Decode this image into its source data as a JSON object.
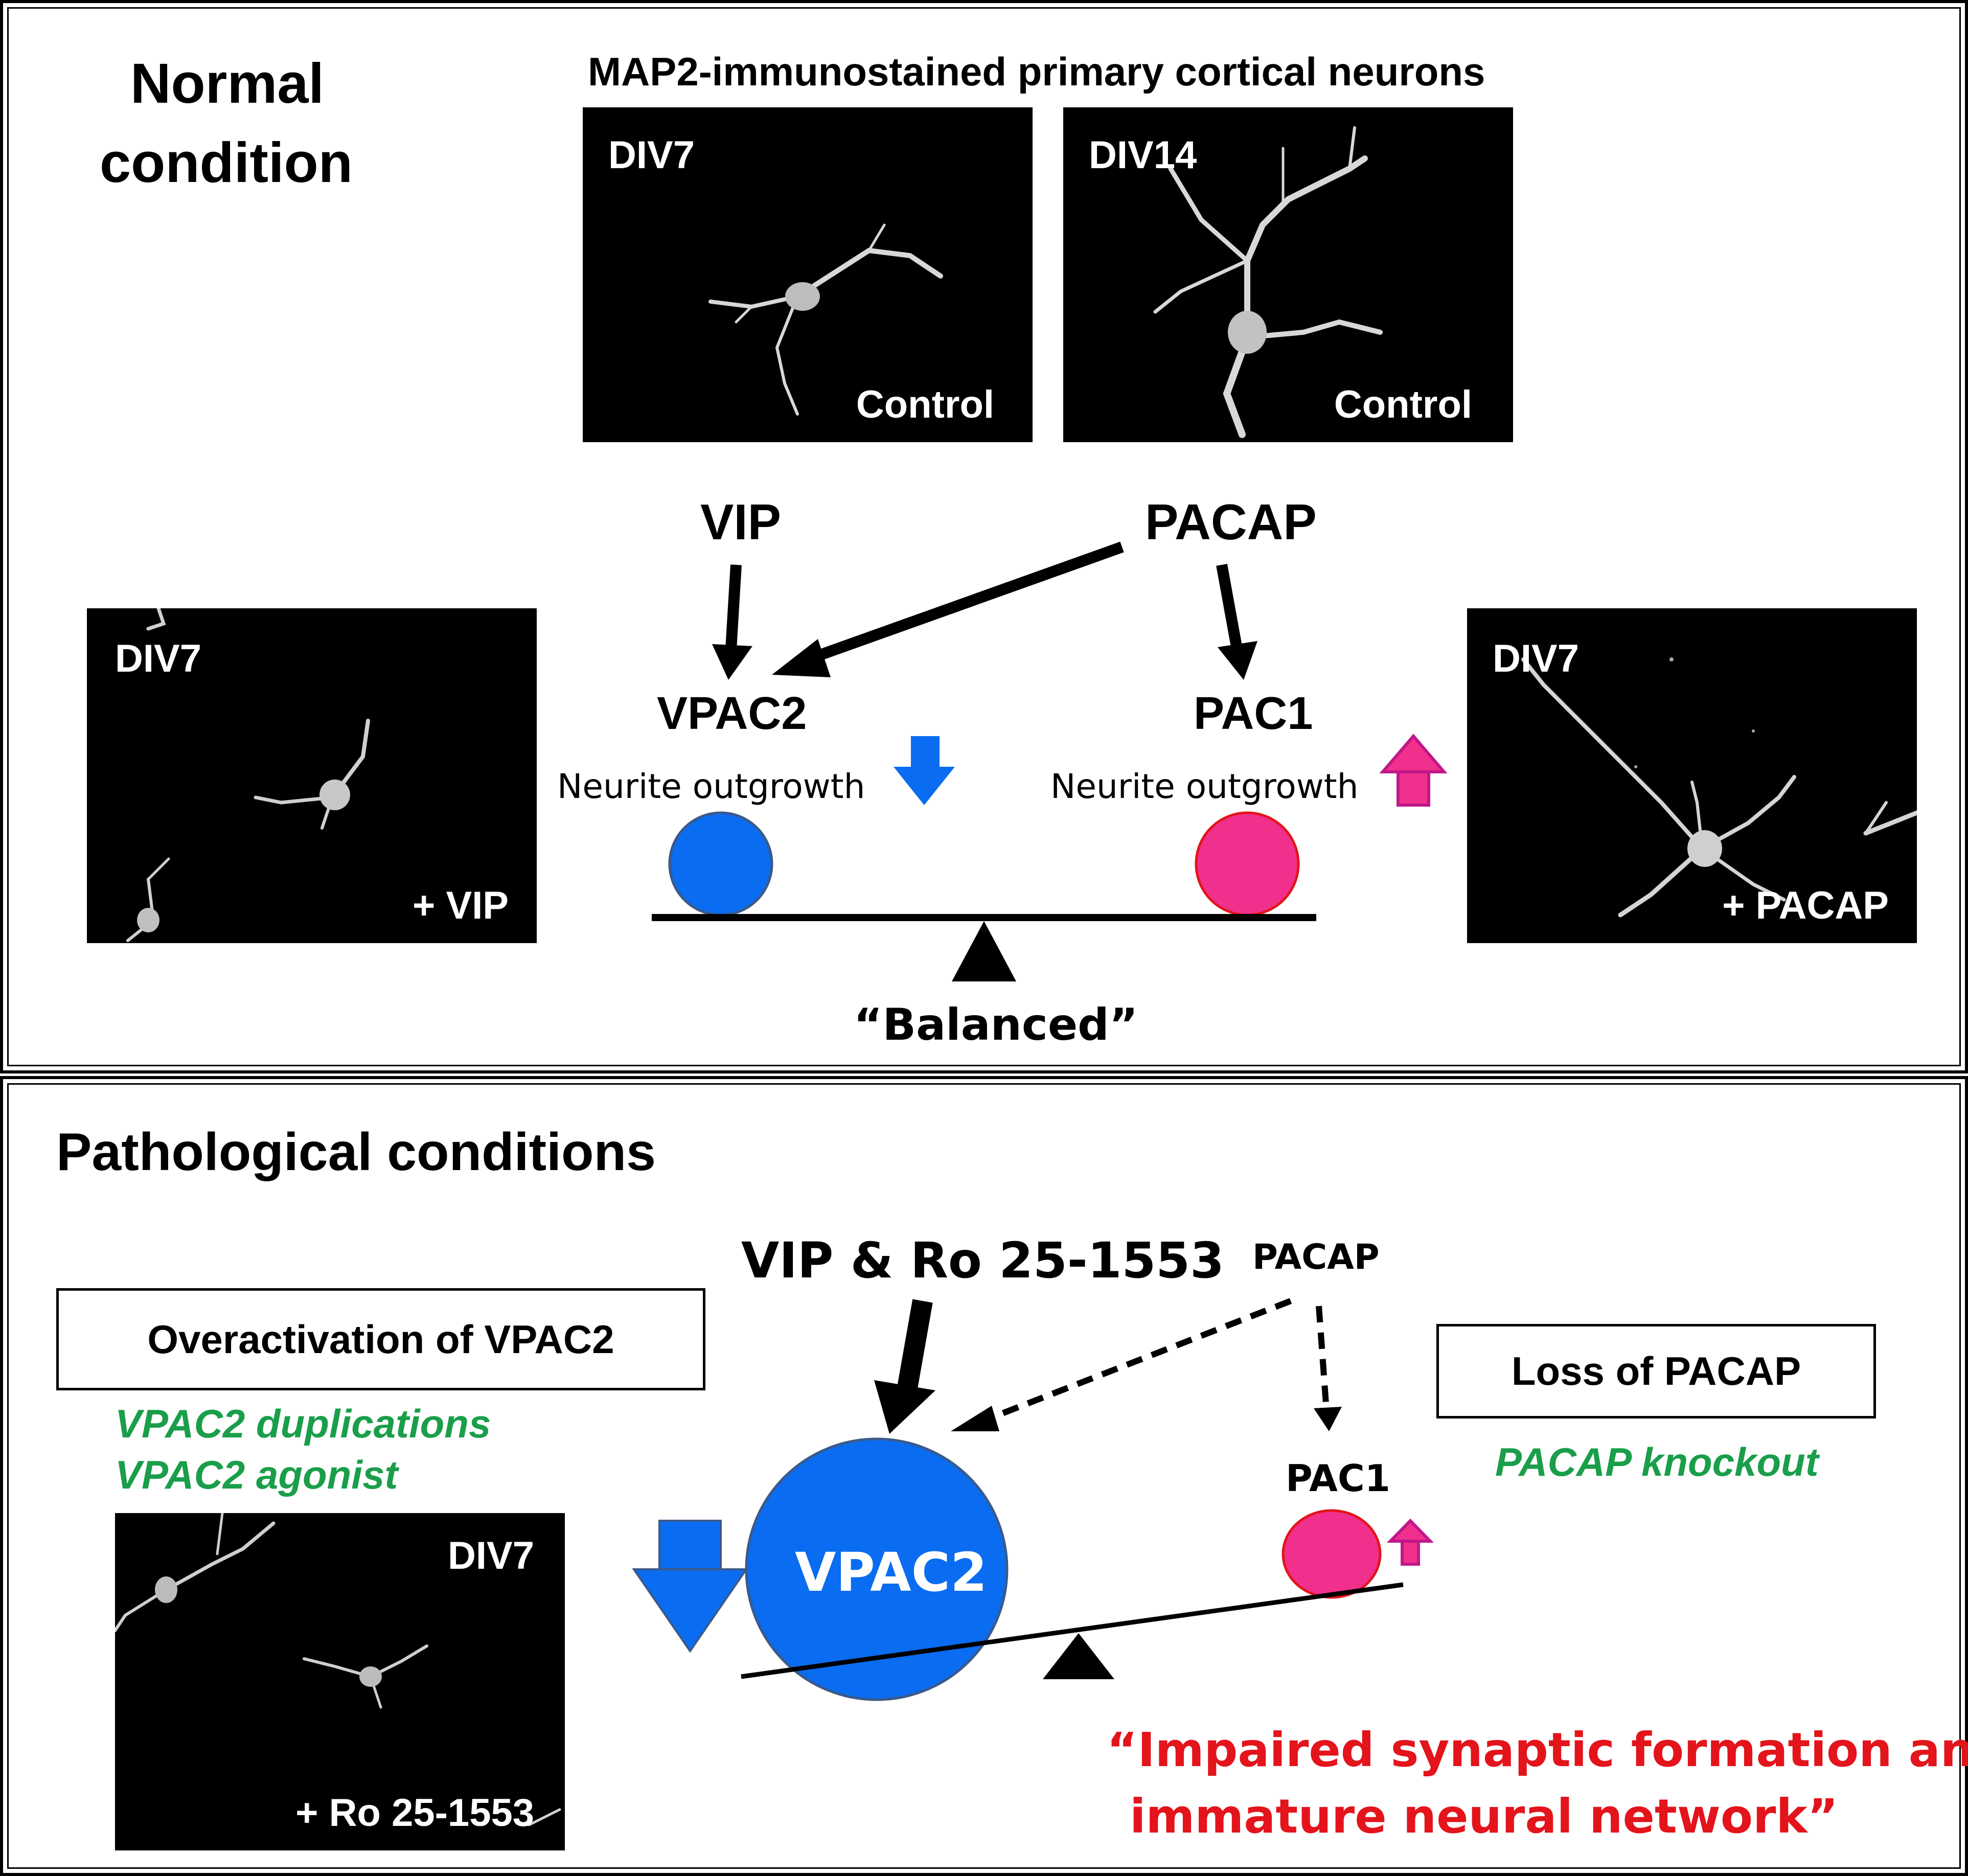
{
  "normal": {
    "title_line1": "Normal",
    "title_line2": "condition",
    "micro_heading": "MAP2-immunostained primary cortical neurons",
    "images": [
      {
        "div": "DIV7",
        "label": "Control"
      },
      {
        "div": "DIV14",
        "label": "Control"
      },
      {
        "div": "DIV7",
        "label": "+ VIP"
      },
      {
        "div": "DIV7",
        "label": "+ PACAP"
      }
    ],
    "ligand_vip": "VIP",
    "ligand_pacap": "PACAP",
    "receptor_vpac2": "VPAC2",
    "receptor_pac1": "PAC1",
    "effect_left": "Neurite outgrowth",
    "effect_right": "Neurite outgrowth",
    "state": "“Balanced”"
  },
  "pathological": {
    "title": "Pathological conditions",
    "ligand_main": "VIP & Ro 25-1553",
    "ligand_pacap": "PACAP",
    "box_left": "Overactivation of VPAC2",
    "causes_left": [
      "VPAC2 duplications",
      "VPAC2 agonist"
    ],
    "box_right": "Loss of PACAP",
    "causes_right": [
      "PACAP knockout"
    ],
    "receptor_vpac2": "VPAC2",
    "receptor_pac1": "PAC1",
    "image": {
      "div": "DIV7",
      "label": "+ Ro 25-1553"
    },
    "outcome_line1": "“Impaired synaptic formation and",
    "outcome_line2": "immature neural network”"
  },
  "colors": {
    "vpac2_blue": "#0a6cf0",
    "pac1_pink": "#f0308c",
    "pink_arrow": "#c0178a",
    "green_text": "#1a9e4a",
    "red_text": "#e3141b"
  }
}
